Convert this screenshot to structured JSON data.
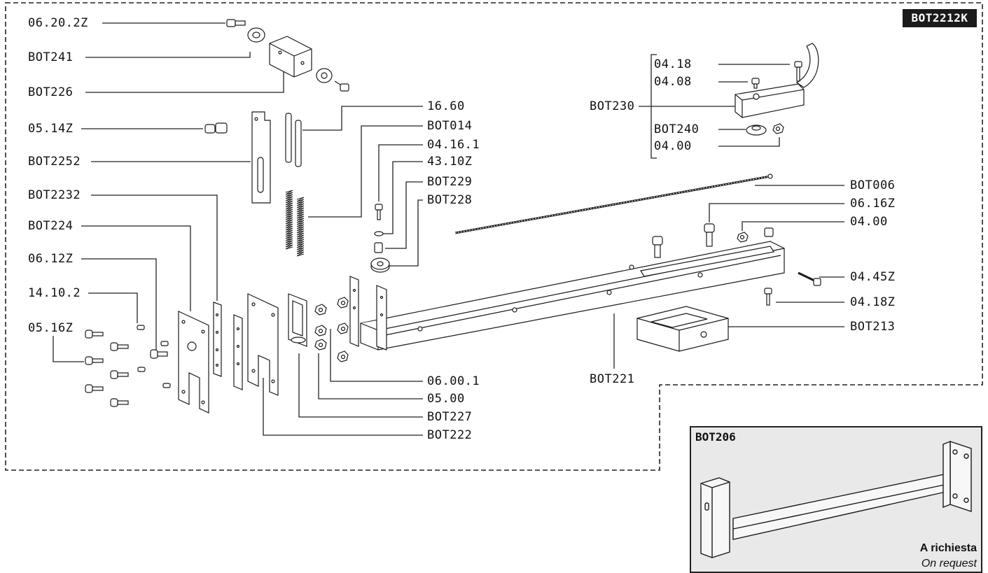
{
  "code_badge": "BOT2212K",
  "labels_left": {
    "l0": "06.20.2Z",
    "l1": "BOT241",
    "l2": "BOT226",
    "l3": "05.14Z",
    "l4": "BOT2252",
    "l5": "BOT2232",
    "l6": "BOT224",
    "l7": "06.12Z",
    "l8": "14.10.2",
    "l9": "05.16Z"
  },
  "labels_center": {
    "c0": "16.60",
    "c1": "BOT014",
    "c2": "04.16.1",
    "c3": "43.10Z",
    "c4": "BOT229",
    "c5": "BOT228",
    "c6": "06.00.1",
    "c7": "05.00",
    "c8": "BOT227",
    "c9": "BOT222",
    "c10": "BOT221"
  },
  "labels_group": {
    "g0": "04.18",
    "g1": "04.08",
    "g2": "BOT230",
    "g3": "BOT240",
    "g4": "04.00"
  },
  "labels_right": {
    "r0": "BOT006",
    "r1": "06.16Z",
    "r2": "04.00",
    "r3": "04.45Z",
    "r4": "04.18Z",
    "r5": "BOT213"
  },
  "inset": {
    "title": "BOT206",
    "line_it": "A richiesta",
    "line_en": "On request"
  }
}
